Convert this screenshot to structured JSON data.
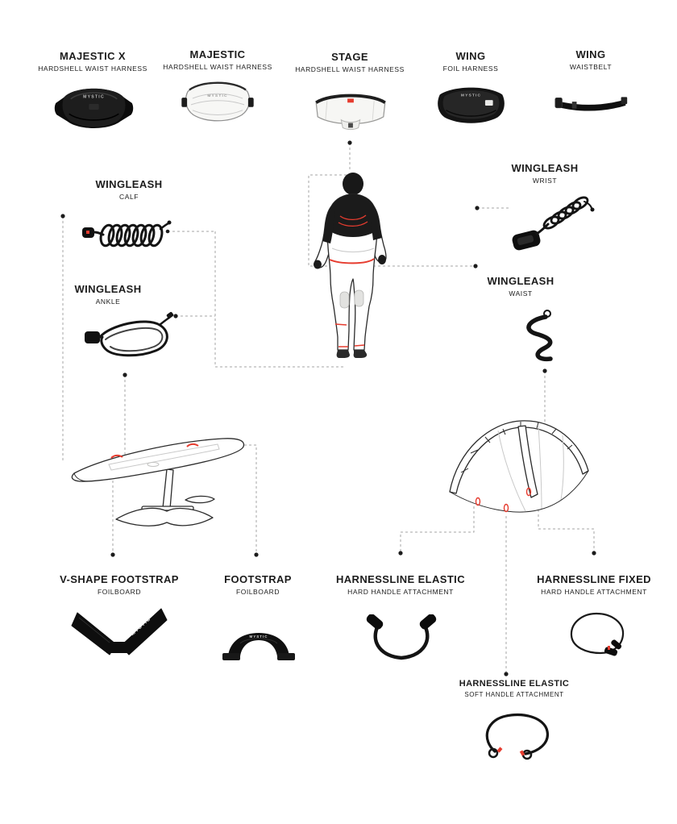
{
  "brand": {
    "logo": "MYSTIC"
  },
  "colors": {
    "accent": "#e63c2f",
    "ink": "#1c1c1c",
    "connector_gray": "#a6a6a6",
    "background": "#ffffff"
  },
  "products": {
    "majestic_x": {
      "title": "MAJESTIC X",
      "subtitle": "HARDSHELL WAIST HARNESS"
    },
    "majestic": {
      "title": "MAJESTIC",
      "subtitle": "HARDSHELL WAIST HARNESS"
    },
    "stage": {
      "title": "STAGE",
      "subtitle": "HARDSHELL WAIST HARNESS"
    },
    "wing_foil_harness": {
      "title": "WING",
      "subtitle": "FOIL HARNESS"
    },
    "wing_waistbelt": {
      "title": "WING",
      "subtitle": "WAISTBELT"
    },
    "wingleash_calf": {
      "title": "WINGLEASH",
      "subtitle": "CALF"
    },
    "wingleash_wrist": {
      "title": "WINGLEASH",
      "subtitle": "WRIST"
    },
    "wingleash_ankle": {
      "title": "WINGLEASH",
      "subtitle": "ANKLE"
    },
    "wingleash_waist": {
      "title": "WINGLEASH",
      "subtitle": "WAIST"
    },
    "v_shape_footstrap": {
      "title": "V-SHAPE FOOTSTRAP",
      "subtitle": "FOILBOARD"
    },
    "footstrap": {
      "title": "FOOTSTRAP",
      "subtitle": "FOILBOARD"
    },
    "harnessline_elastic_hard": {
      "title": "HARNESSLINE ELASTIC",
      "subtitle": "HARD HANDLE ATTACHMENT"
    },
    "harnessline_fixed": {
      "title": "HARNESSLINE FIXED",
      "subtitle": "HARD HANDLE ATTACHMENT"
    },
    "harnessline_elastic_soft": {
      "title": "HARNESSLINE ELASTIC",
      "subtitle": "SOFT HANDLE ATTACHMENT"
    }
  }
}
